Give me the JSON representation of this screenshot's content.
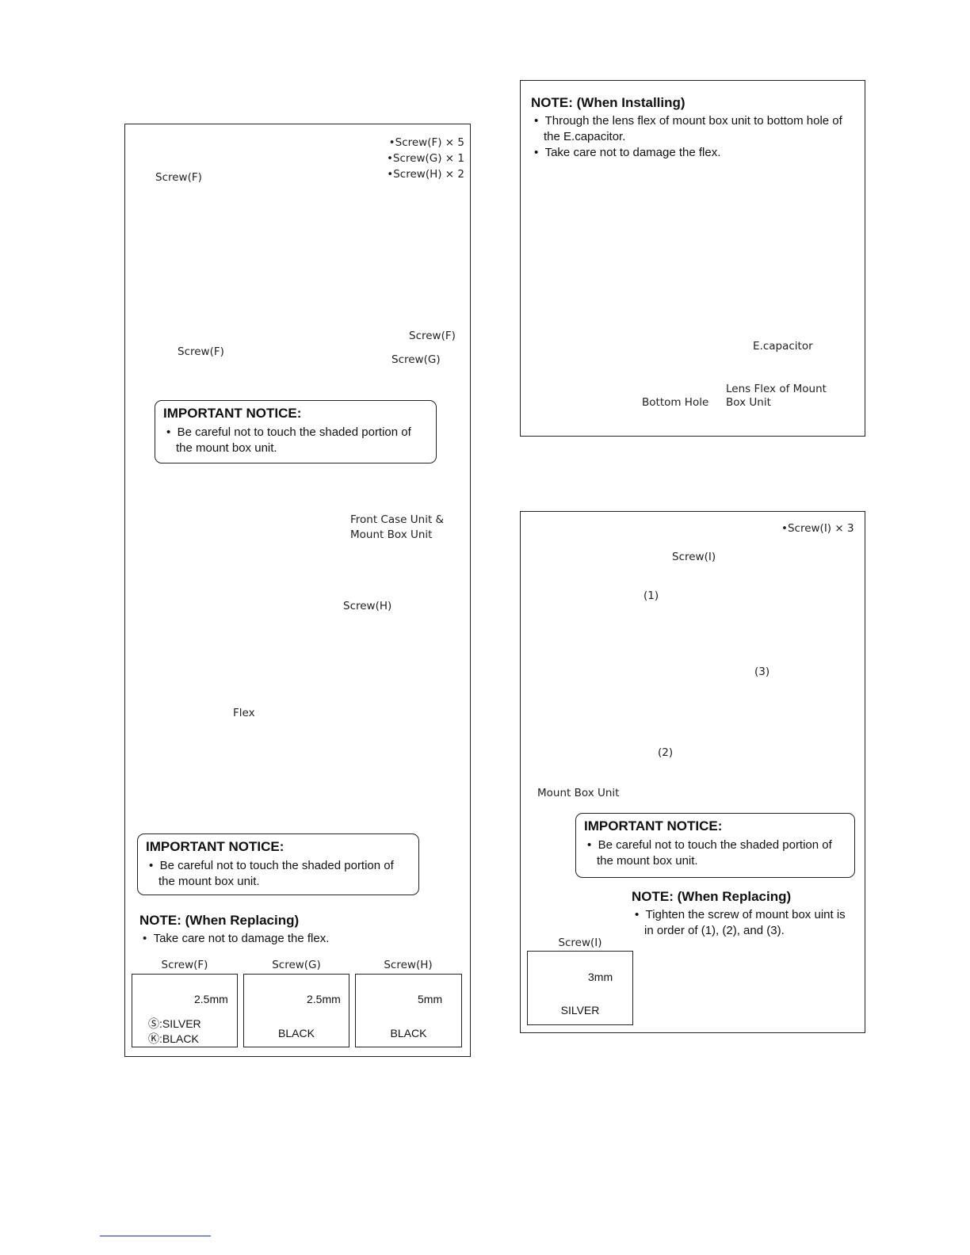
{
  "left_panel": {
    "screw_counts": [
      "•Screw(F) × 5",
      "•Screw(G) × 1",
      "•Screw(H) × 2"
    ],
    "labels": {
      "screw_f_top": "Screw(F)",
      "screw_f_left": "Screw(F)",
      "screw_f_right": "Screw(F)",
      "screw_g": "Screw(G)",
      "front_case_1": "Front Case Unit  &",
      "front_case_2": "Mount Box Unit",
      "screw_h": "Screw(H)",
      "flex": "Flex"
    },
    "notice_1": {
      "title": "IMPORTANT NOTICE:",
      "body": "Be careful not to touch the shaded portion of the mount box unit."
    },
    "notice_2": {
      "title": "IMPORTANT NOTICE:",
      "body": "Be careful not to touch the shaded portion of the mount box unit."
    },
    "note": {
      "title": "NOTE: (When Replacing)",
      "body": "Take care not to damage the flex."
    },
    "screw_specs": [
      {
        "name": "Screw(F)",
        "length": "2.5mm",
        "color_1": "Ⓢ:SILVER",
        "color_2": "Ⓚ:BLACK"
      },
      {
        "name": "Screw(G)",
        "length": "2.5mm",
        "color_1": "BLACK"
      },
      {
        "name": "Screw(H)",
        "length": "5mm",
        "color_1": "BLACK"
      }
    ]
  },
  "right_top_panel": {
    "note": {
      "title": "NOTE: (When Installing)",
      "bullet_1": "Through the lens flex of mount box unit to bottom hole of the E.capacitor.",
      "bullet_2": "Take care not to damage the flex."
    },
    "labels": {
      "ecap": "E.capacitor",
      "lens_flex_1": "Lens Flex of Mount",
      "lens_flex_2": "Box Unit",
      "bottom_hole": "Bottom Hole"
    }
  },
  "right_bottom_panel": {
    "screw_count": "•Screw(I) × 3",
    "labels": {
      "screw_i": "Screw(I)",
      "n1": "(1)",
      "n2": "(2)",
      "n3": "(3)",
      "mount_box": "Mount Box Unit"
    },
    "notice": {
      "title": "IMPORTANT NOTICE:",
      "body": "Be careful not to touch the shaded portion of the mount box unit."
    },
    "note": {
      "title": "NOTE: (When Replacing)",
      "body": "Tighten the screw of mount box uint is in order of (1), (2), and (3)."
    },
    "screw_spec": {
      "name": "Screw(I)",
      "length": "3mm",
      "color": "SILVER"
    }
  }
}
